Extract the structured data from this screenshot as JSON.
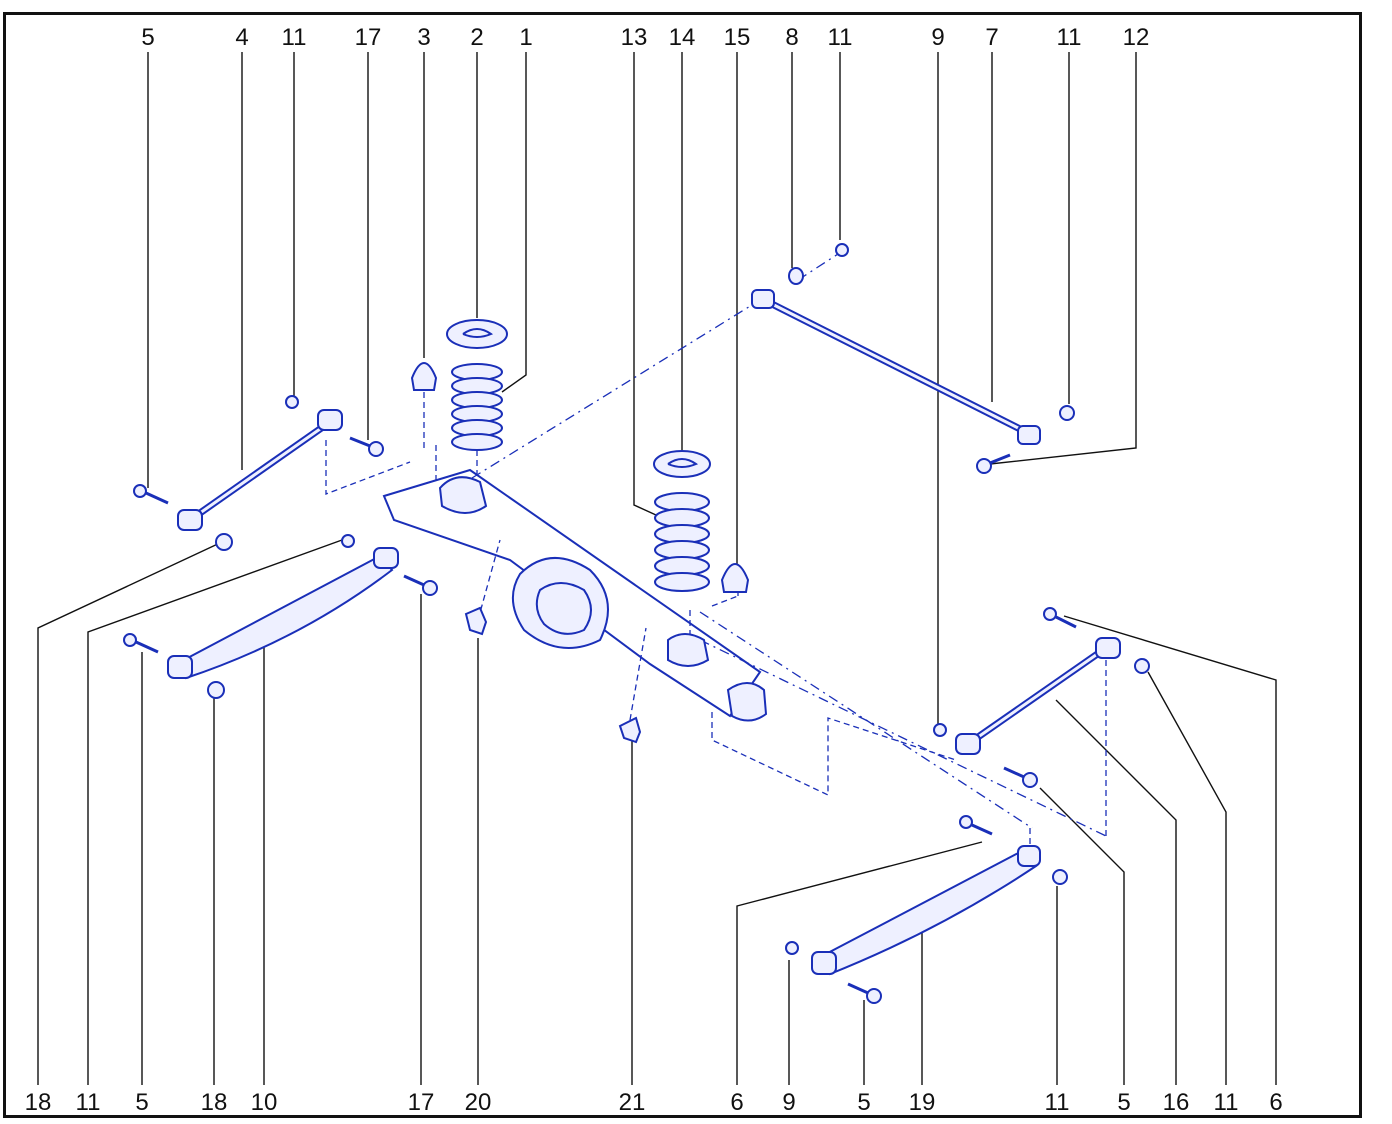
{
  "diagram": {
    "top_callouts": [
      "5",
      "4",
      "11",
      "17",
      "3",
      "2",
      "1",
      "13",
      "14",
      "15",
      "8",
      "11",
      "9",
      "7",
      "11",
      "12"
    ],
    "bottom_callouts": [
      "18",
      "11",
      "5",
      "18",
      "10",
      "17",
      "20",
      "21",
      "6",
      "9",
      "5",
      "19",
      "11",
      "5",
      "16",
      "11",
      "6"
    ],
    "parts": {
      "p1": "coil spring",
      "p2": "spring seat",
      "p3": "bump stop",
      "p4": "upper link",
      "p7": "lateral rod",
      "p10": "lower link",
      "p13": "coil spring",
      "p14": "spring seat",
      "p15": "bump stop",
      "p16": "upper link",
      "p19": "lower link",
      "axle": "rear axle housing"
    },
    "colors": {
      "line": "#1a2fb8",
      "fill": "#eef0ff",
      "frame": "#111111"
    }
  }
}
